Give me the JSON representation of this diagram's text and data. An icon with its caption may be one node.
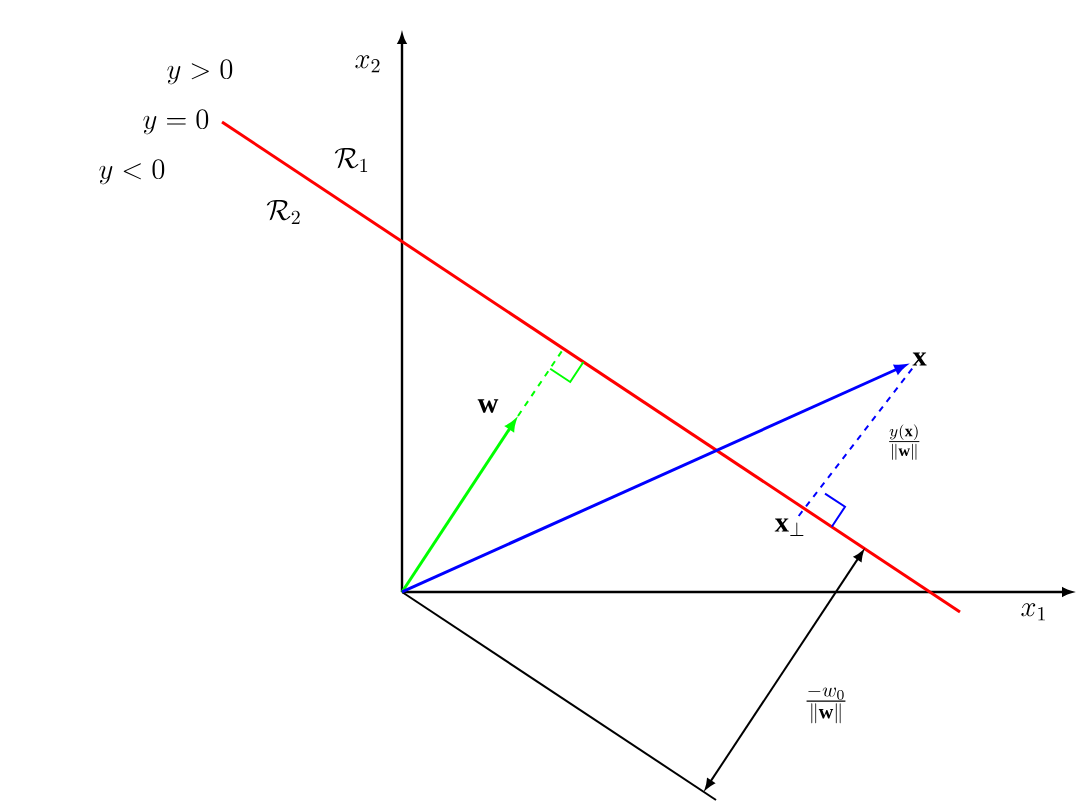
{
  "diagram": {
    "nodes": [
      {
        "text": [
          "\\mathbf{x}"
        ]
      },
      {
        "text": [
          "\\mathbf{x}_\\perp"
        ]
      }
    ],
    "edges": [
      {
        "from": null,
        "to": 0,
        "arrow": "to",
        "color": "#0000ff"
      },
      {
        "from": 1,
        "to": 0,
        "arrow": "none",
        "style": "dashed",
        "color": "#0000ff",
        "label": "\\frac{y(\\mathbf{x})}{\\|\\mathbf{w}\\|}"
      }
    ],
    "labels": [
      "y > 0",
      "y = 0",
      "y < 0",
      "x_2",
      "\\mathcal{R}_1",
      "\\mathcal{R}_2",
      "\\mathbf{w}",
      "x_1",
      "\\frac{-w_0}{\\|\\mathbf{w}\\|}"
    ]
  }
}
